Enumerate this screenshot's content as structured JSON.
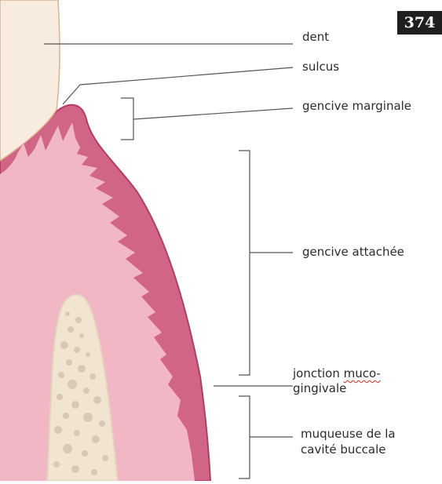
{
  "page_number": "374",
  "labels": {
    "dent": "dent",
    "sulcus": "sulcus",
    "gencive_marginale": "gencive marginale",
    "gencive_attachee": "gencive attachée",
    "jonction_prefix": "jonction ",
    "jonction_word": "muco-",
    "jonction_line2": "gingivale",
    "muqueuse_line1": "muqueuse de la",
    "muqueuse_line2": "cavité buccale"
  },
  "colors": {
    "tooth": "#f8ebe0",
    "tooth_outline": "#d9b38f",
    "gingiva_dark": "#d06586",
    "gingiva_outline": "#b63b62",
    "connective": "#f1b7c4",
    "bone": "#f1e4d1",
    "bone_spots": "#d8c9b5",
    "leader_line": "#555555",
    "spell_underline": "#d42a2a"
  }
}
